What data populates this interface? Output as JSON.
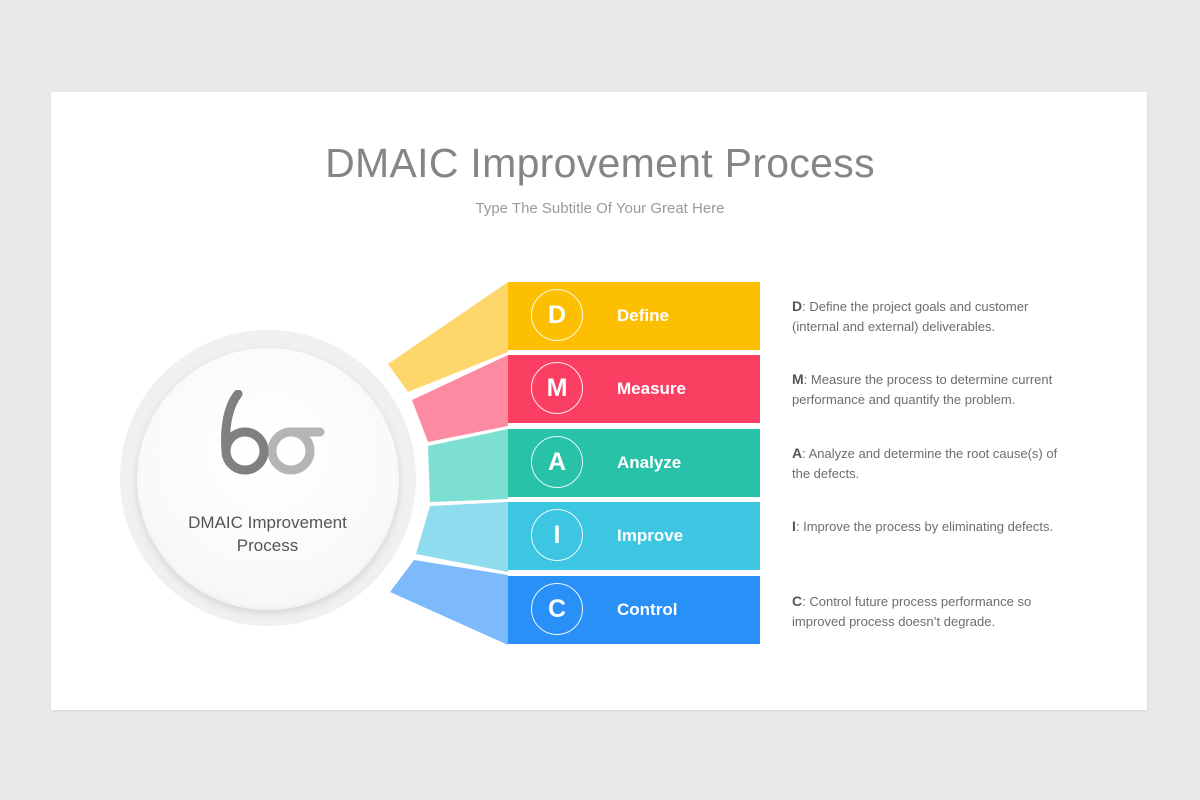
{
  "title": "DMAIC Improvement Process",
  "subtitle": "Type The Subtitle Of Your Great Here",
  "center": {
    "label": "DMAIC Improvement Process",
    "logo_icon": "six-sigma-logo-icon"
  },
  "steps": [
    {
      "letter": "D",
      "label": "Define",
      "color": "#fdbf01",
      "fan_color": "#fdd76b",
      "desc_letter": "D",
      "desc_text": ": Define the project goals and customer (internal and external) deliverables."
    },
    {
      "letter": "M",
      "label": "Measure",
      "color": "#fa3f63",
      "fan_color": "#fc8aa0",
      "desc_letter": "M",
      "desc_text": ": Measure the process to determine current performance and quantify the problem."
    },
    {
      "letter": "A",
      "label": "Analyze",
      "color": "#27c2a8",
      "fan_color": "#7ddfd1",
      "desc_letter": "A",
      "desc_text": ": Analyze and determine the root cause(s) of the defects."
    },
    {
      "letter": "I",
      "label": "Improve",
      "color": "#3cc6e1",
      "fan_color": "#8fdcef",
      "desc_letter": "I",
      "desc_text": ": Improve the process by eliminating defects."
    },
    {
      "letter": "C",
      "label": "Control",
      "color": "#2990f8",
      "fan_color": "#7dbafb",
      "desc_letter": "C",
      "desc_text": ": Control future process performance so improved process doesn’t degrade."
    }
  ]
}
